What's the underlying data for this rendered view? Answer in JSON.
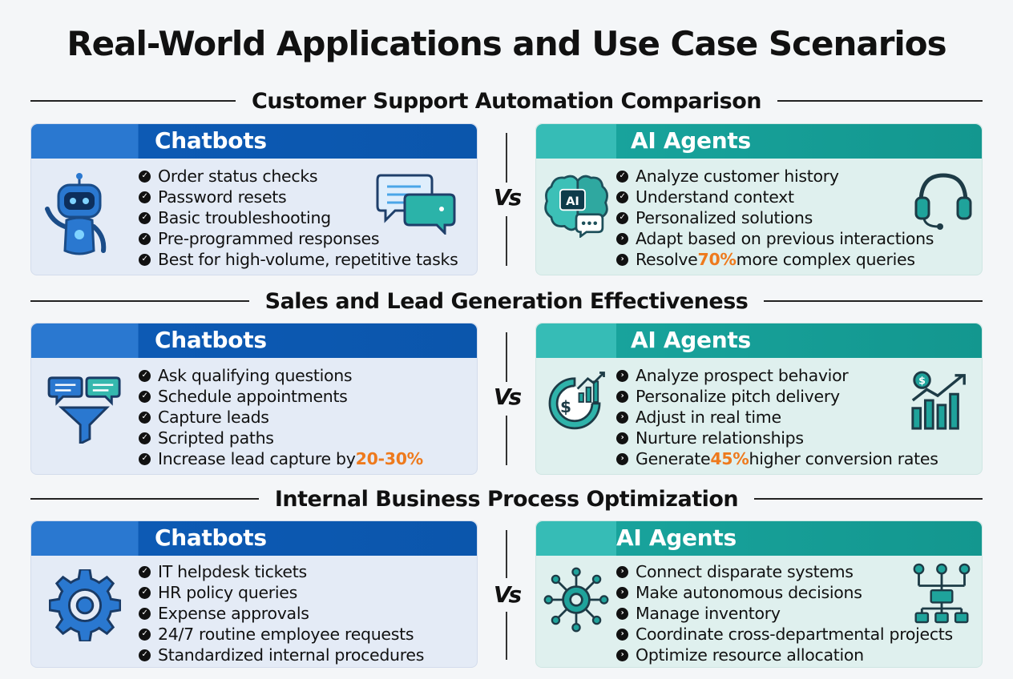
{
  "title": "Real-World Applications and Use Case Scenarios",
  "vs_label": "Vs",
  "sections": [
    {
      "heading": "Customer Support Automation Comparison",
      "chatbots": {
        "title": "Chatbots",
        "items": [
          "Order status checks",
          "Password resets",
          "Basic troubleshooting",
          "Pre-programmed responses",
          "Best for high-volume, repetitive tasks"
        ],
        "left_icon": "robot-icon",
        "right_icon": "chat-bubbles-icon"
      },
      "ai_agents": {
        "title": "AI Agents",
        "items": [
          "Analyze customer history",
          "Understand context",
          "Personalized solutions",
          "Adapt based on previous interactions"
        ],
        "last_item": {
          "before": "Resolve ",
          "highlight": "70%",
          "after": " more complex queries"
        },
        "left_icon": "ai-brain-icon",
        "brain_label": "AI",
        "right_icon": "headset-icon"
      }
    },
    {
      "heading": "Sales and Lead Generation Effectiveness",
      "chatbots": {
        "title": "Chatbots",
        "items": [
          "Ask qualifying questions",
          "Schedule appointments",
          "Capture leads",
          "Scripted paths"
        ],
        "last_item": {
          "before": "Increase lead capture by ",
          "highlight": "20-30%",
          "after": ""
        },
        "left_icon": "chat-funnel-icon"
      },
      "ai_agents": {
        "title": "AI Agents",
        "items": [
          "Analyze prospect behavior",
          "Personalize pitch delivery",
          "Adjust in real time",
          "Nurture relationships"
        ],
        "last_item": {
          "before": "Generate ",
          "highlight": "45%",
          "after": " higher conversion rates"
        },
        "left_icon": "dollar-chart-icon",
        "right_icon": "growth-chart-icon"
      }
    },
    {
      "heading": "Internal Business Process Optimization",
      "chatbots": {
        "title": "Chatbots",
        "items": [
          "IT helpdesk tickets",
          "HR policy queries",
          "Expense approvals",
          "24/7 routine employee requests",
          "Standardized internal procedures"
        ],
        "left_icon": "gear-icon"
      },
      "ai_agents": {
        "title": "AI Agents",
        "items": [
          "Connect disparate systems",
          "Make autonomous decisions",
          "Manage inventory",
          "Coordinate cross-departmental projects",
          "Optimize resource allocation"
        ],
        "left_icon": "network-gear-icon",
        "right_icon": "org-chart-icon"
      }
    }
  ],
  "colors": {
    "chatbot_blue": "#0b56ac",
    "agent_teal": "#13978f",
    "highlight_orange": "#ee7a1d"
  }
}
